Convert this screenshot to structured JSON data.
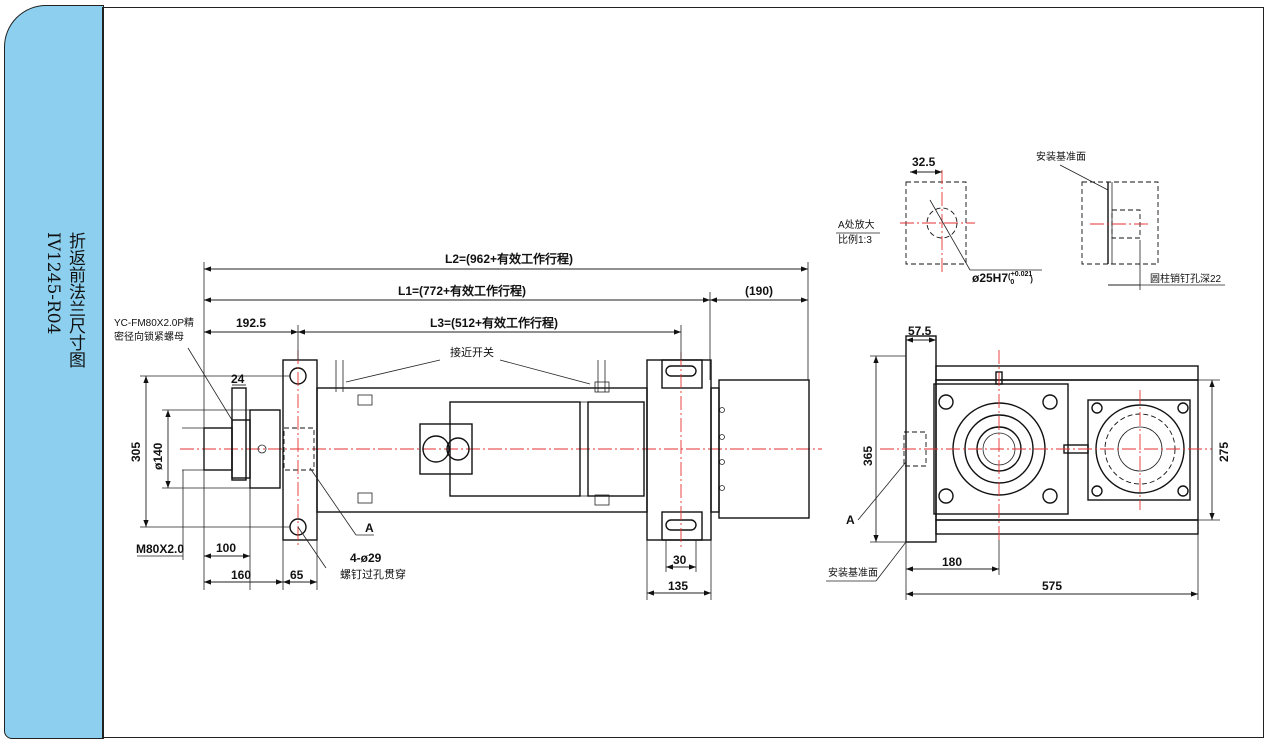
{
  "sidebar": {
    "title_line1": "折返前法兰尺寸图",
    "title_line2": "IV1245-R04"
  },
  "dims": {
    "l2": "L2=(962+有效工作行程)",
    "l1": "L1=(772+有效工作行程)",
    "l3": "L3=(512+有效工作行程)",
    "d190": "(190)",
    "d192": "192.5",
    "d24": "24",
    "d305": "305",
    "d140": "ø140",
    "m80": "M80X2.0",
    "d100": "100",
    "d160": "160",
    "d65": "65",
    "d30": "30",
    "d135": "135",
    "d32": "32.5",
    "d57": "57.5",
    "d365": "365",
    "d275": "275",
    "d180": "180",
    "d575": "575"
  },
  "notes": {
    "nut": [
      "YC-FM80X2.0P精",
      "密径向锁紧螺母"
    ],
    "proximity": "接近开关",
    "holes": "4-ø29",
    "holes_through": "螺钉过孔贯穿",
    "label_a": "A",
    "detail_a": "A处放大",
    "scale": "比例1:3",
    "pin_hole": "ø25H7",
    "tolerance_upper": "+0.021",
    "tolerance_lower": "0",
    "mount_ref": "安装基准面",
    "cyl_pin": "圆柱销钉孔深22"
  }
}
